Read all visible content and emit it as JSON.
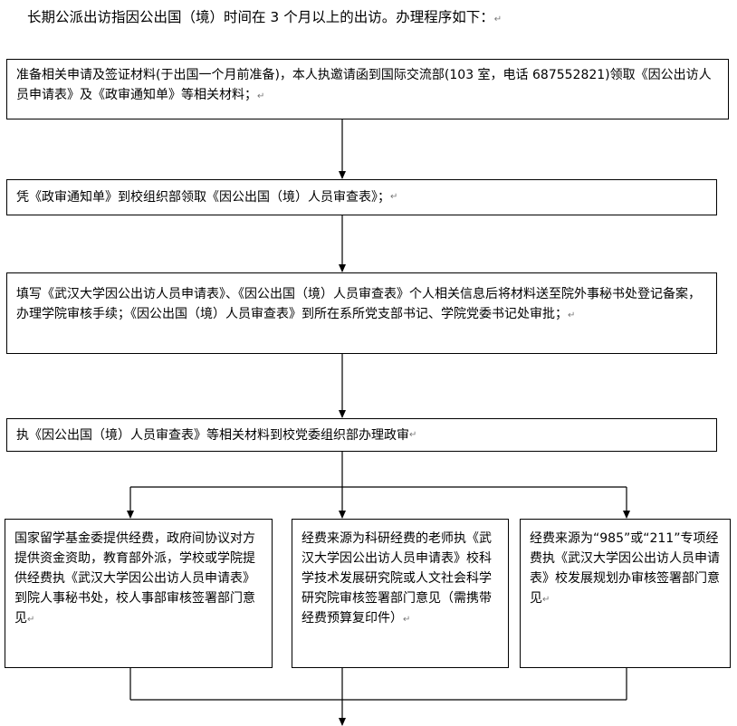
{
  "intro": "长期公派出访指因公出国（境）时间在 3 个月以上的出访。办理程序如下：",
  "para_mark": "↵",
  "steps": [
    "准备相关申请及签证材料(于出国一个月前准备)，本人执邀请函到国际交流部(103 室，电话 687552821)领取《因公出访人员申请表》及《政审通知单》等相关材料；",
    "凭《政审通知单》到校组织部领取《因公出国（境）人员审查表》；",
    "填写《武汉大学因公出访人员申请表》、《因公出国（境）人员审查表》个人相关信息后将材料送至院外事秘书处登记备案，办理学院审核手续；《因公出国（境）人员审查表》到所在系所党支部书记、学院党委书记处审批；",
    "执《因公出国（境）人员审查表》等相关材料到校党委组织部办理政审"
  ],
  "branches": [
    "国家留学基金委提供经费，政府间协议对方提供资金资助，教育部外派，学校或学院提供经费执《武汉大学因公出访人员申请表》到院人事秘书处，校人事部审核签署部门意见",
    "经费来源为科研经费的老师执《武汉大学因公出访人员申请表》校科学技术发展研究院或人文社会科学研究院审核签署部门意见（需携带经费预算复印件）",
    "经费来源为“985”或“211”专项经费执《武汉大学因公出访人员申请表》校发展规划办审核签署部门意见"
  ]
}
